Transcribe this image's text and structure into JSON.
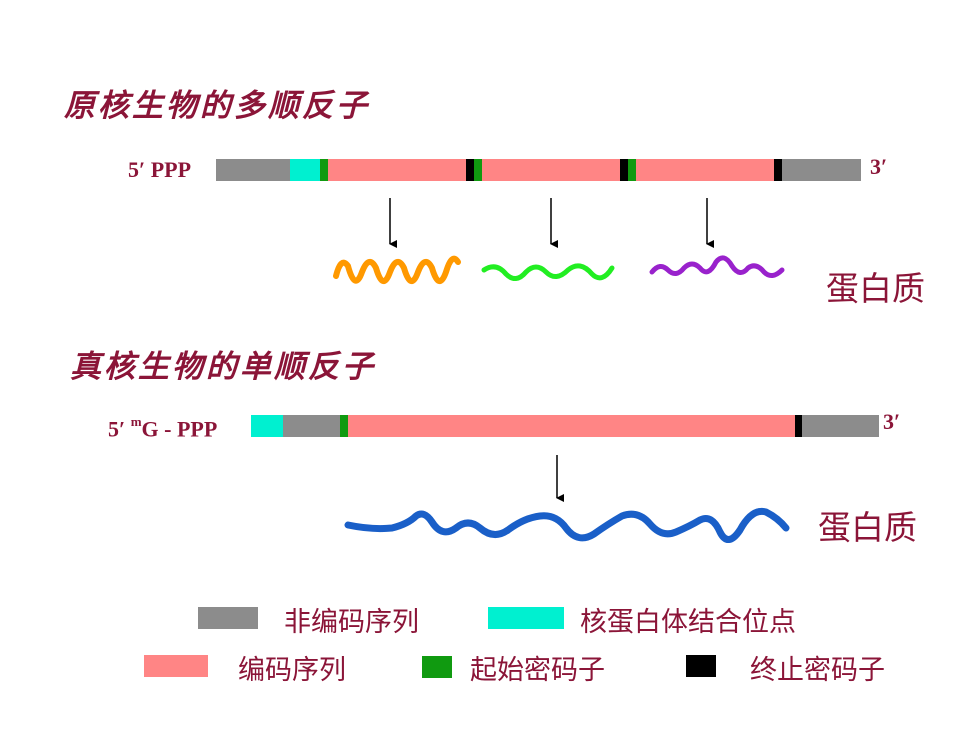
{
  "prokaryote": {
    "title": "原核生物的多顺反子",
    "label_5": "5′ PPP",
    "label_3": "3′",
    "protein_label": "蛋白质"
  },
  "eukaryote": {
    "title": "真核生物的单顺反子",
    "label_5_prefix": "5′ ",
    "label_5_sup": "m",
    "label_5_suffix": "G - PPP",
    "label_3": "3′",
    "protein_label": "蛋白质"
  },
  "legend": {
    "noncoding": "非编码序列",
    "rbs": "核蛋白体结合位点",
    "coding": "编码序列",
    "start": "起始密码子",
    "stop": "终止密码子"
  },
  "colors": {
    "noncoding": "#8c8c8c",
    "rbs": "#00f0d0",
    "coding": "#ff8585",
    "start": "#109a10",
    "stop": "#000000",
    "text": "#8b1538",
    "protein_orange": "#ff9900",
    "protein_green": "#22ee22",
    "protein_purple": "#9922cc",
    "protein_blue": "#1a5fc8"
  }
}
